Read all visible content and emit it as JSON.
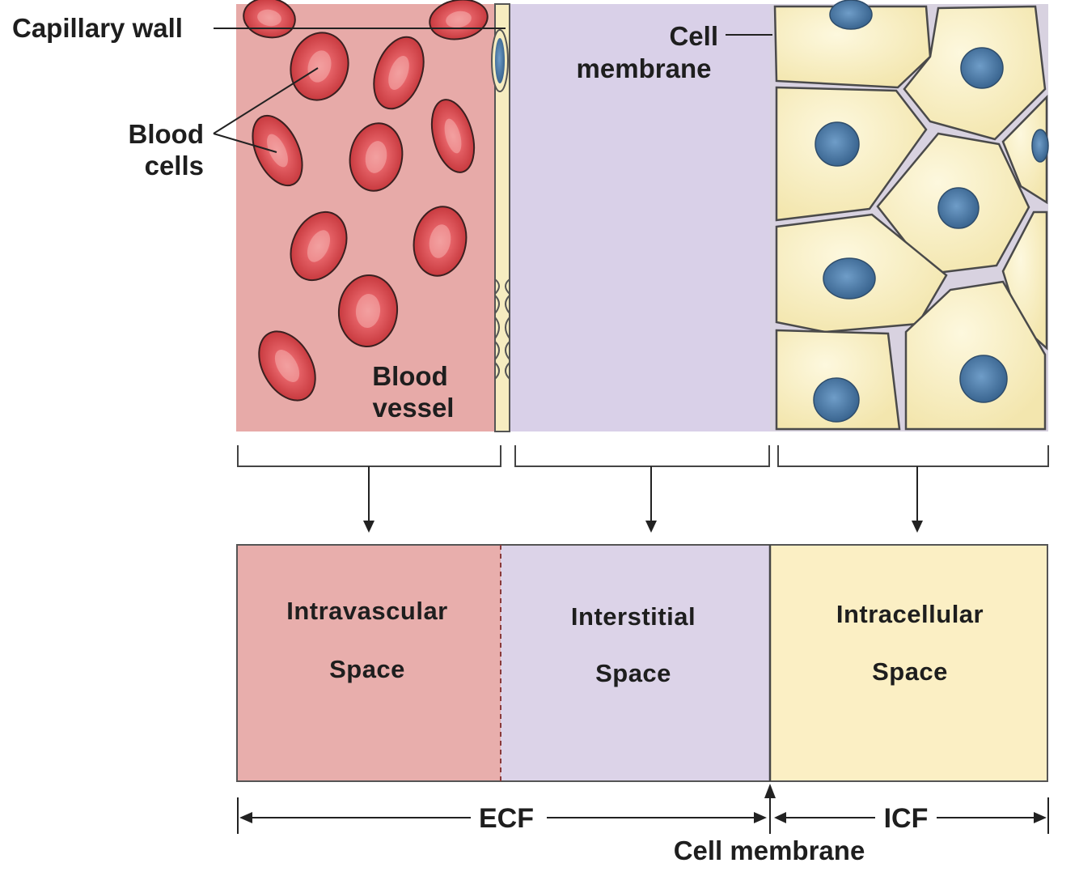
{
  "labels": {
    "capillary_wall": "Capillary wall",
    "blood_cells_line1": "Blood",
    "blood_cells_line2": "cells",
    "cell_membrane_top_line1": "Cell",
    "cell_membrane_top_line2": "membrane",
    "blood_vessel_line1": "Blood",
    "blood_vessel_line2": "vessel"
  },
  "compartments": [
    {
      "line1": "Intravascular",
      "line2": "Space",
      "color": "#e8aeac"
    },
    {
      "line1": "Interstitial",
      "line2": "Space",
      "color": "#dcd3e8"
    },
    {
      "line1": "Intracellular",
      "line2": "Space",
      "color": "#fbefc4"
    }
  ],
  "fluid_spans": {
    "ecf": "ECF",
    "icf": "ICF",
    "cell_membrane": "Cell membrane"
  },
  "colors": {
    "blood_vessel": "#e7aaa8",
    "interstitium": "#d9d0e8",
    "cell_body": "#f8f0c6",
    "red_cell": "#d43f43",
    "nucleus": "#4d7ba6",
    "outline": "#333333"
  }
}
